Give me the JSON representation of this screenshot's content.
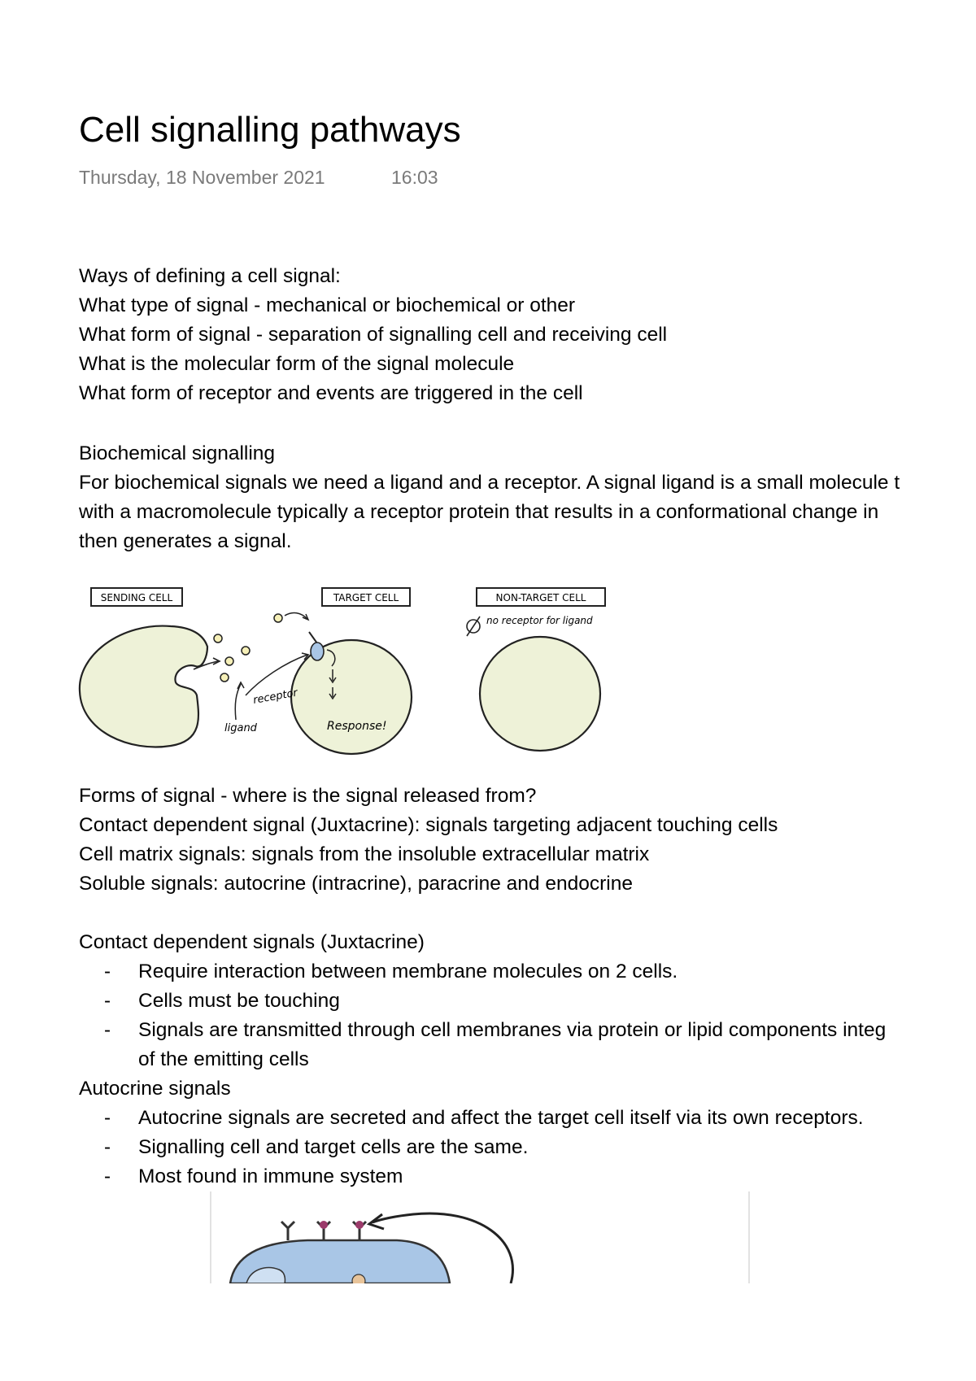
{
  "title": "Cell signalling pathways",
  "date": "Thursday, 18 November 2021",
  "time": "16:03",
  "ways": {
    "heading": "Ways of defining a cell signal:",
    "items": [
      "What type of signal - mechanical or biochemical or other",
      "What form of signal - separation of signalling cell and receiving cell",
      "What is the molecular form of the signal molecule",
      "What form of receptor and events are triggered in the cell"
    ]
  },
  "biochemical": {
    "heading": "Biochemical signalling",
    "lines": [
      "For biochemical signals we need a ligand and a receptor. A signal ligand is a small molecule t",
      "with a macromolecule typically a receptor protein that results in a conformational change in",
      "then generates a signal."
    ]
  },
  "diagram1": {
    "sending_label": "SENDING CELL",
    "target_label": "TARGET CELL",
    "nontarget_label": "NON-TARGET CELL",
    "no_receptor_note": "no receptor for ligand",
    "receptor_label": "receptor",
    "ligand_label": "ligand",
    "response_label": "Response!",
    "cell_fill": "#eef2d8"
  },
  "forms": {
    "heading": "Forms of signal - where is the signal released from?",
    "items": [
      "Contact dependent signal (Juxtacrine): signals targeting adjacent touching cells",
      "Cell matrix signals: signals from the insoluble extracellular matrix",
      "Soluble signals: autocrine (intracrine), paracrine and endocrine"
    ]
  },
  "contact": {
    "heading": "Contact dependent signals (Juxtacrine)",
    "bullets": [
      "Require interaction between membrane molecules on 2 cells.",
      "Cells must be touching",
      "Signals are transmitted through cell membranes via protein or lipid components integ"
    ],
    "continuation": "of the emitting cells"
  },
  "autocrine": {
    "heading": "Autocrine signals",
    "bullets": [
      "Autocrine signals are secreted and affect the target cell itself via its own receptors.",
      "Signalling cell and target cells are the same.",
      "Most found in immune system"
    ],
    "diagram_colors": {
      "cell_fill": "#a9c6e6",
      "receptor": "#333333",
      "ligand": "#9b3a6a"
    }
  },
  "bullet_marker": "-"
}
